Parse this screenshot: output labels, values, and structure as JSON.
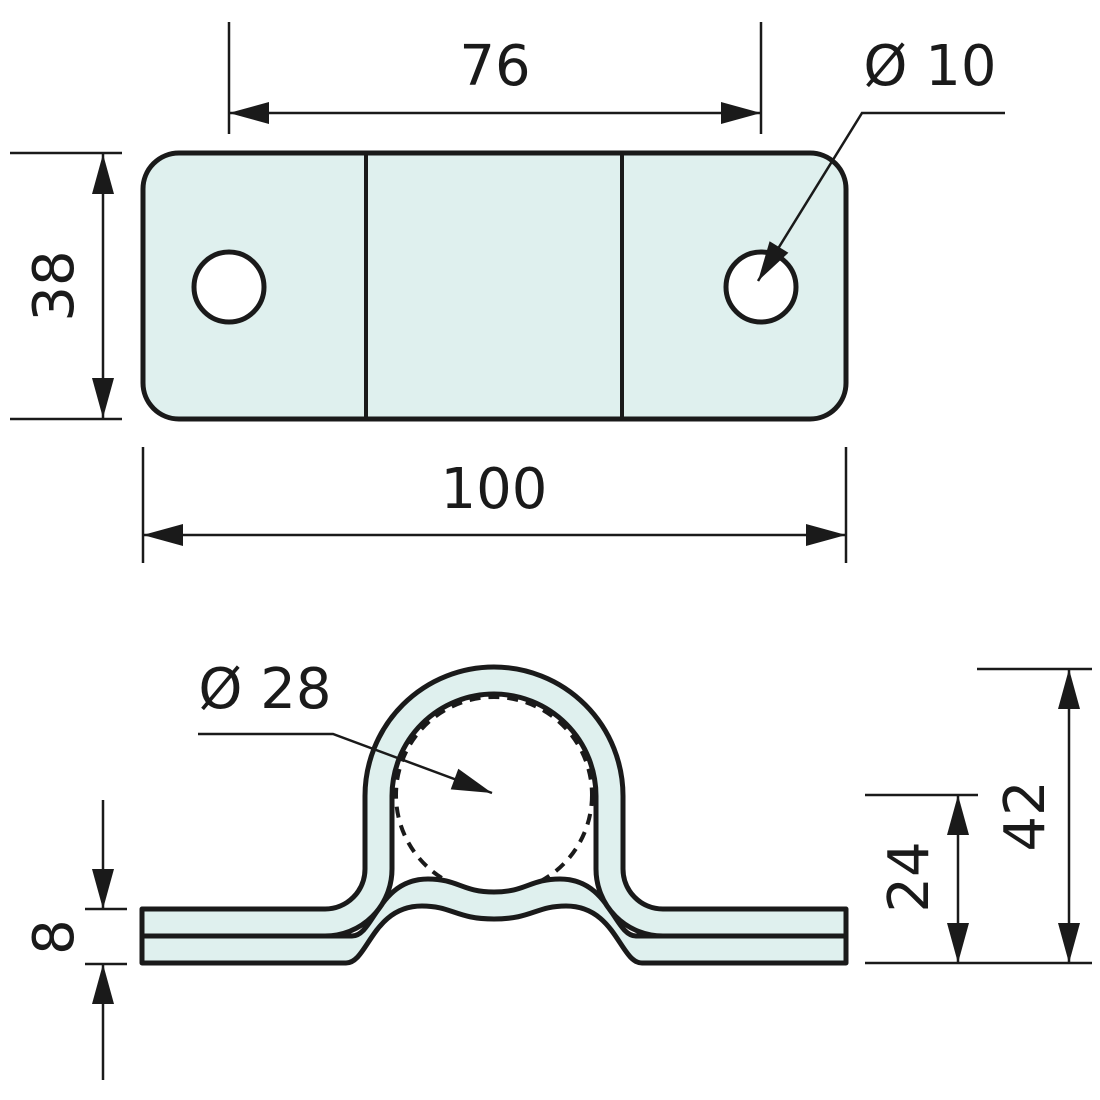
{
  "colors": {
    "background": "#ffffff",
    "line": "#1a1a1a",
    "part_fill": "#dff0ee"
  },
  "top_view": {
    "labels": {
      "hole_spacing": "76",
      "hole_diameter": "Ø 10",
      "plate_width": "38",
      "plate_length": "100"
    }
  },
  "section_view": {
    "labels": {
      "pipe_diameter": "Ø 28",
      "base_thickness": "8",
      "pipe_center_height": "24",
      "overall_height": "42"
    }
  }
}
